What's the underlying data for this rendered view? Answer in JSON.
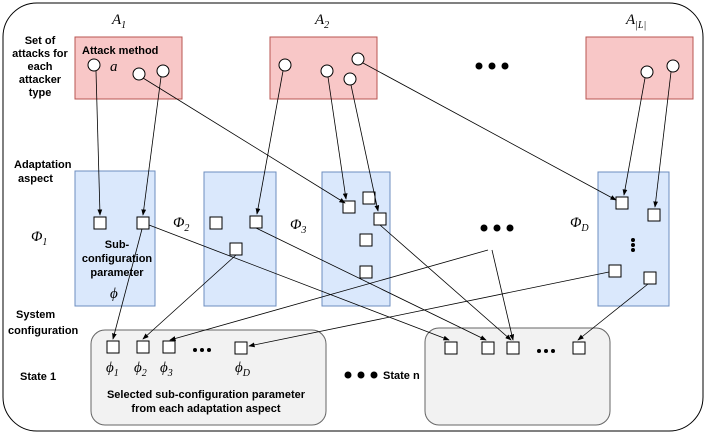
{
  "labels": {
    "attack_set": [
      "Set of",
      "attacks for",
      "each",
      "attacker",
      "type"
    ],
    "adaptation_aspect": [
      "Adaptation",
      "aspect"
    ],
    "system_configuration": [
      "System",
      "configuration"
    ],
    "state1": "State 1",
    "staten": "State n",
    "selected": [
      "Selected sub-configuration parameter",
      "from each adaptation aspect"
    ],
    "attack_method": "Attack method",
    "attack_method_var": "a",
    "subconfig": [
      "Sub-",
      "configuration",
      "parameter"
    ],
    "subconfig_var": "ϕ"
  },
  "attacker_types": [
    {
      "base": "A",
      "sub": "1"
    },
    {
      "base": "A",
      "sub": "2"
    },
    {
      "base": "A",
      "sub": "|L|"
    }
  ],
  "aspects": [
    {
      "base": "Φ",
      "sub": "1"
    },
    {
      "base": "Φ",
      "sub": "2"
    },
    {
      "base": "Φ",
      "sub": "3"
    },
    {
      "base": "Φ",
      "sub": "D"
    }
  ],
  "state1_params": [
    {
      "base": "ϕ",
      "sub": "1"
    },
    {
      "base": "ϕ",
      "sub": "2"
    },
    {
      "base": "ϕ",
      "sub": "3"
    },
    {
      "base": "ϕ",
      "sub": "D"
    }
  ],
  "colors": {
    "attack_fill": "#f8c7c7",
    "aspect_fill": "#dae8fc",
    "state_fill": "#f2f2f2"
  }
}
